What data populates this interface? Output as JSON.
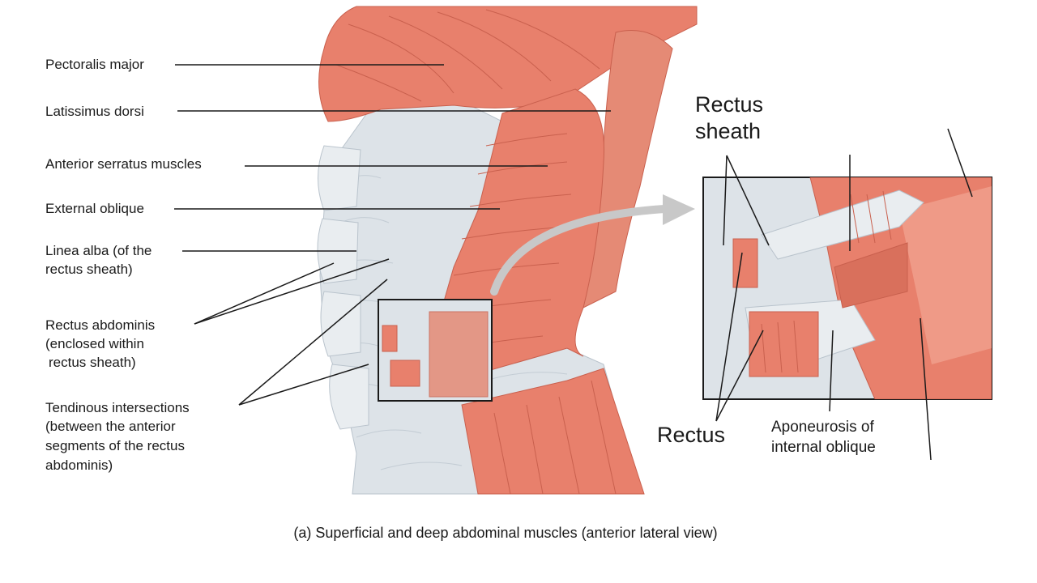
{
  "labels": {
    "pectoralis_major": "Pectoralis major",
    "latissimus_dorsi": "Latissimus dorsi",
    "anterior_serratus": "Anterior serratus muscles",
    "external_oblique": "External oblique",
    "linea_alba_1": "Linea alba (of the",
    "linea_alba_2": "rectus sheath)",
    "rectus_abdominis_1": "Rectus abdominis",
    "rectus_abdominis_2": "(enclosed within",
    "rectus_abdominis_3": "rectus sheath)",
    "tendinous_1": "Tendinous intersections",
    "tendinous_2": "(between the anterior",
    "tendinous_3": "segments of the rectus",
    "tendinous_4": "abdominis)",
    "rectus_sheath_1": "Rectus",
    "rectus_sheath_2": "sheath",
    "rectus": "Rectus",
    "aponeurosis_1": "Aponeurosis of",
    "aponeurosis_2": "internal oblique"
  },
  "caption": "(a) Superficial and deep abdominal muscles (anterior lateral view)",
  "colors": {
    "muscle": "#e8806c",
    "muscle_dark": "#c9604e",
    "muscle_light": "#f2a593",
    "sheath": "#dde3e8",
    "sheath_line": "#b9c3cc",
    "leader_line": "#1a1a1a",
    "arrow": "#c8c8c8"
  }
}
